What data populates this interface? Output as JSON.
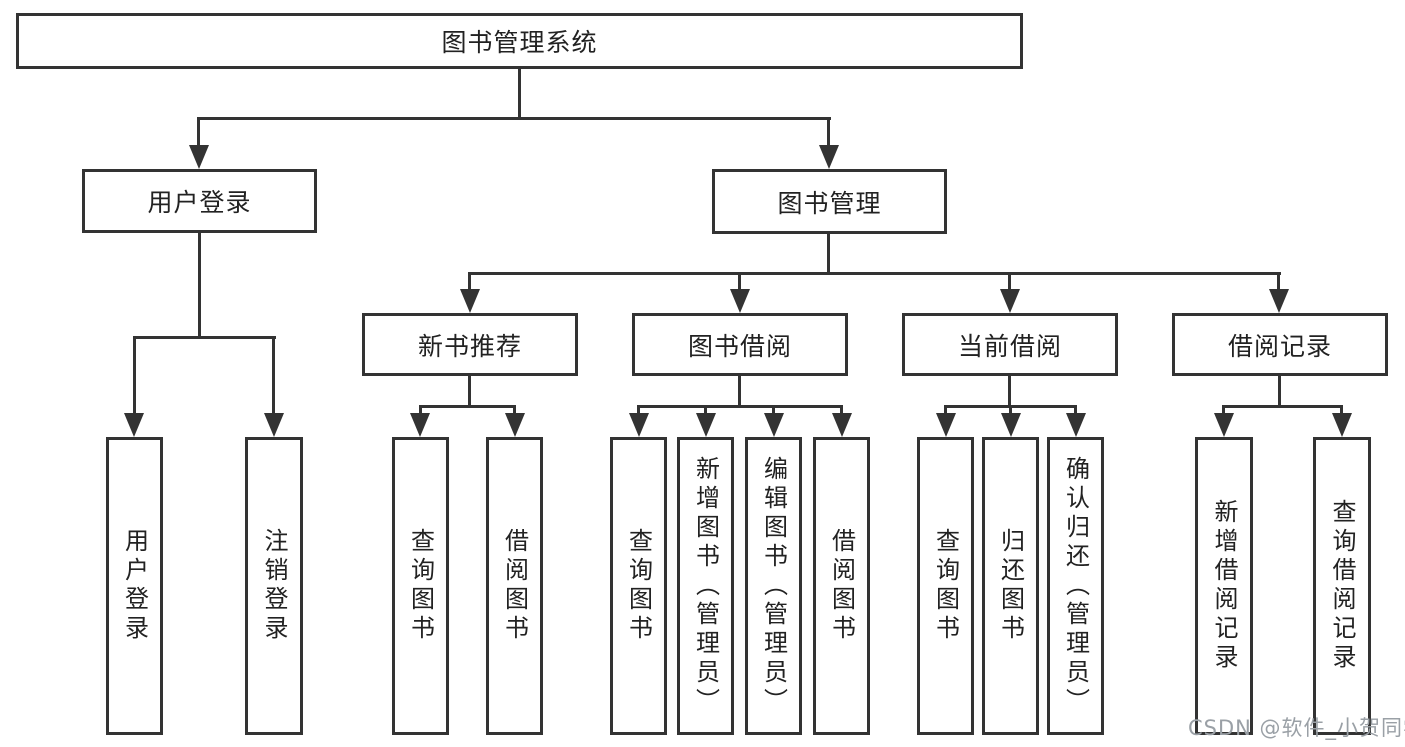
{
  "diagram": {
    "root": {
      "label": "图书管理系统"
    },
    "branches": [
      {
        "label": "用户登录",
        "children": [
          {
            "label": "用户登录"
          },
          {
            "label": "注销登录"
          }
        ]
      },
      {
        "label": "图书管理",
        "children": [
          {
            "label": "新书推荐",
            "children": [
              {
                "label": "查询图书"
              },
              {
                "label": "借阅图书"
              }
            ]
          },
          {
            "label": "图书借阅",
            "children": [
              {
                "label": "查询图书"
              },
              {
                "label": "新增图书（管理员）"
              },
              {
                "label": "编辑图书（管理员）"
              },
              {
                "label": "借阅图书"
              }
            ]
          },
          {
            "label": "当前借阅",
            "children": [
              {
                "label": "查询图书"
              },
              {
                "label": "归还图书"
              },
              {
                "label": "确认归还（管理员）"
              }
            ]
          },
          {
            "label": "借阅记录",
            "children": [
              {
                "label": "新增借阅记录"
              },
              {
                "label": "查询借阅记录"
              }
            ]
          }
        ]
      }
    ]
  },
  "watermark": {
    "text": "CSDN @软件_小贺同学"
  },
  "colors": {
    "line": "#333333",
    "text": "#222222",
    "background": "#ffffff",
    "watermark": "#9aa0a6"
  }
}
